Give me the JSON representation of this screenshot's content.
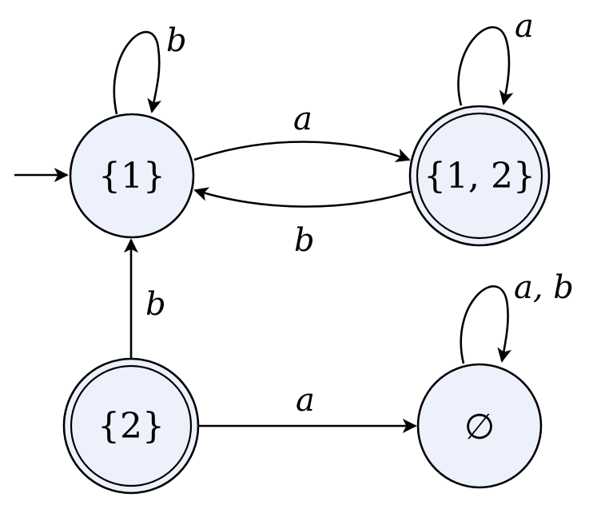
{
  "states": [
    {
      "id": "s1",
      "label": "{1}",
      "initial": true,
      "accepting": false
    },
    {
      "id": "s12",
      "label": "{1, 2}",
      "initial": false,
      "accepting": true
    },
    {
      "id": "s2",
      "label": "{2}",
      "initial": false,
      "accepting": true
    },
    {
      "id": "empty",
      "label": "∅",
      "initial": false,
      "accepting": false
    }
  ],
  "transitions": [
    {
      "from": "{1}",
      "to": "{1}",
      "label": "b"
    },
    {
      "from": "{1}",
      "to": "{1, 2}",
      "label": "a"
    },
    {
      "from": "{1, 2}",
      "to": "{1}",
      "label": "b"
    },
    {
      "from": "{1, 2}",
      "to": "{1, 2}",
      "label": "a"
    },
    {
      "from": "{2}",
      "to": "{1}",
      "label": "b"
    },
    {
      "from": "{2}",
      "to": "∅",
      "label": "a"
    },
    {
      "from": "∅",
      "to": "∅",
      "label": "a, b"
    }
  ],
  "colors": {
    "state_fill": "#ecf1fb",
    "stroke": "#000000"
  }
}
